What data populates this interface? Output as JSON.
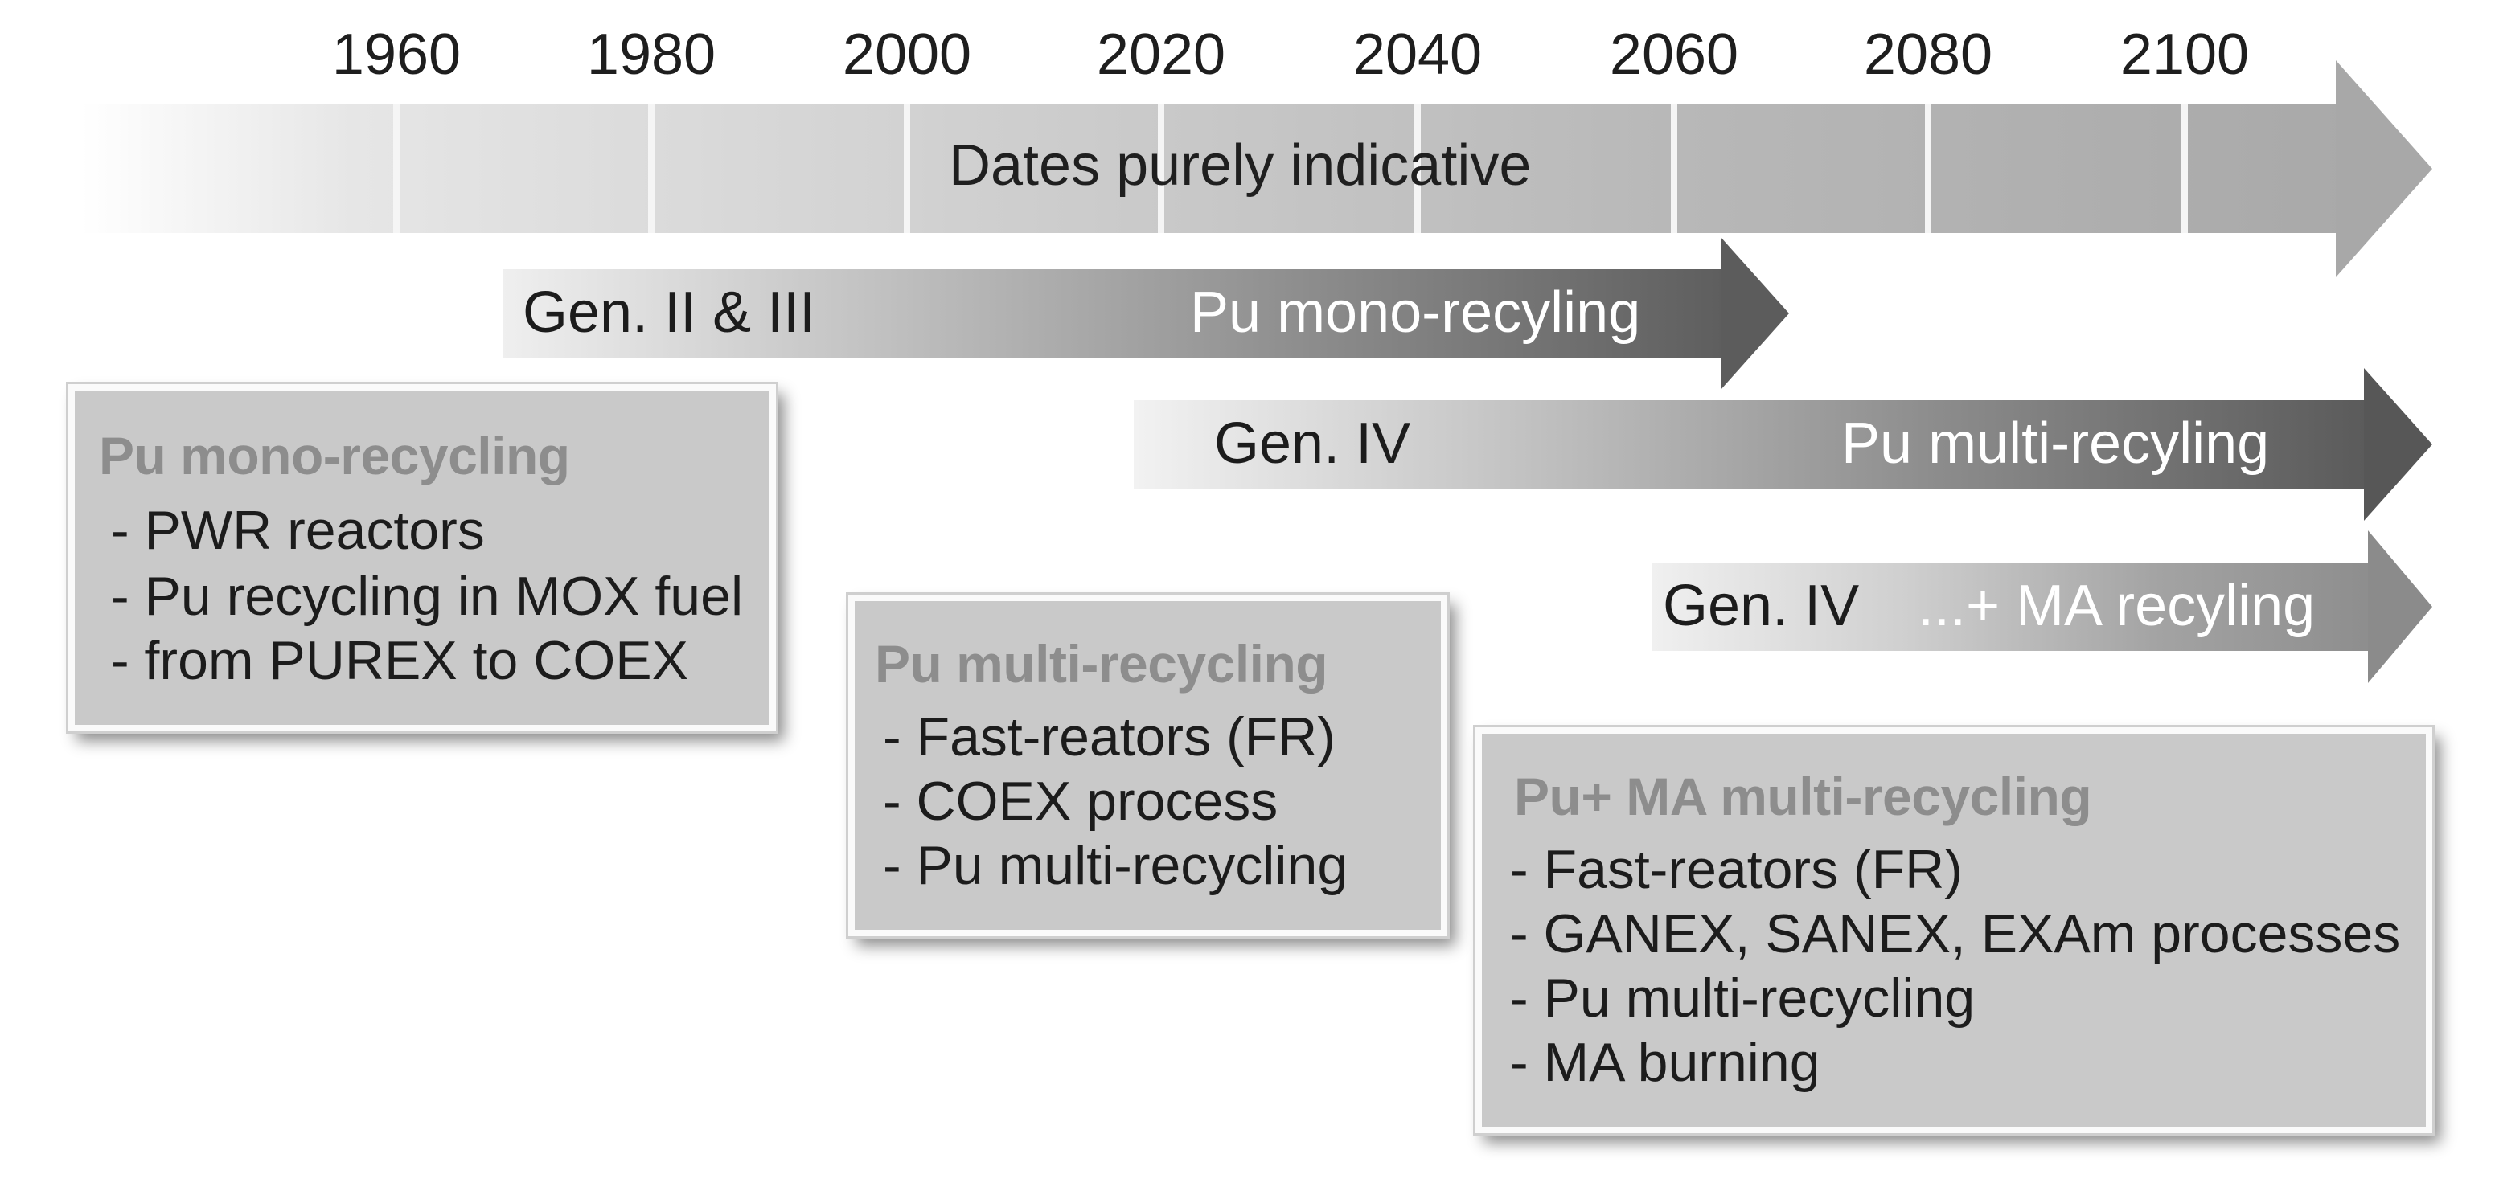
{
  "timeline": {
    "years": [
      "1960",
      "1980",
      "2000",
      "2020",
      "2040",
      "2060",
      "2080",
      "2100"
    ],
    "caption": "Dates purely indicative"
  },
  "arrows": {
    "gen23": {
      "label_left": "Gen. II & III",
      "label_right": "Pu mono-recyling"
    },
    "gen4_pu": {
      "label_left": "Gen. IV",
      "label_right": "Pu multi-recyling"
    },
    "gen4_ma": {
      "label_left": "Gen. IV",
      "label_right": "...+ MA recyling"
    }
  },
  "boxes": {
    "mono": {
      "title": "Pu mono-recycling",
      "items": [
        "- PWR reactors",
        "- Pu recycling in MOX fuel",
        "- from PUREX to COEX"
      ]
    },
    "multi": {
      "title": "Pu multi-recycling",
      "items": [
        "- Fast-reators (FR)",
        "- COEX process",
        "-  Pu multi-recycling"
      ]
    },
    "ma": {
      "title": "Pu+ MA multi-recycling",
      "items": [
        "- Fast-reators (FR)",
        "- GANEX, SANEX, EXAm processes",
        "- Pu multi-recycling",
        "- MA burning"
      ]
    }
  }
}
